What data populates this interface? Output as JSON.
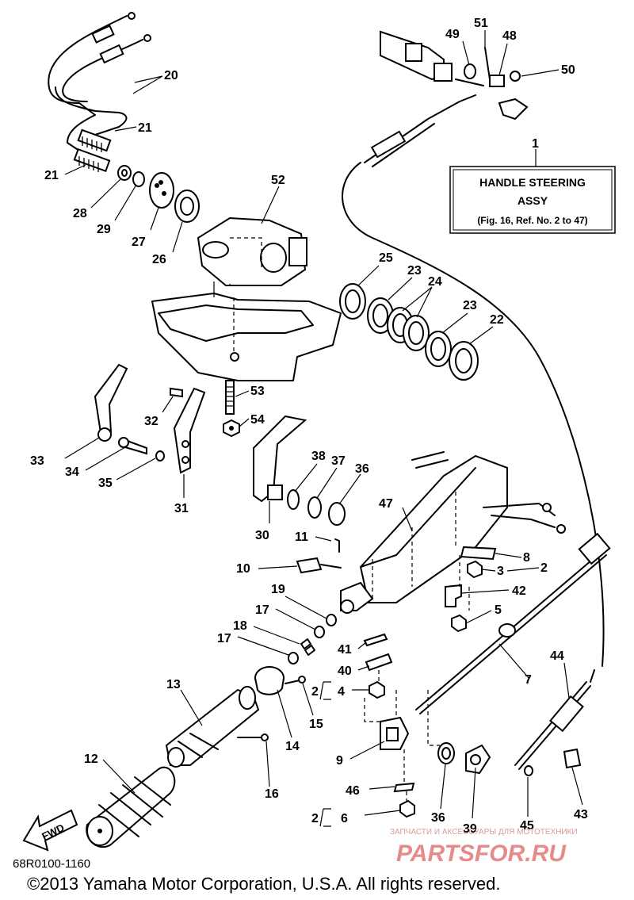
{
  "callouts": [
    {
      "id": "c51",
      "label": "51"
    },
    {
      "id": "c49",
      "label": "49"
    },
    {
      "id": "c48",
      "label": "48"
    },
    {
      "id": "c50",
      "label": "50"
    },
    {
      "id": "c1",
      "label": "1"
    },
    {
      "id": "c20",
      "label": "20"
    },
    {
      "id": "c21a",
      "label": "21"
    },
    {
      "id": "c21b",
      "label": "21"
    },
    {
      "id": "c28",
      "label": "28"
    },
    {
      "id": "c29",
      "label": "29"
    },
    {
      "id": "c27",
      "label": "27"
    },
    {
      "id": "c26",
      "label": "26"
    },
    {
      "id": "c52",
      "label": "52"
    },
    {
      "id": "c25",
      "label": "25"
    },
    {
      "id": "c23a",
      "label": "23"
    },
    {
      "id": "c24",
      "label": "24"
    },
    {
      "id": "c23b",
      "label": "23"
    },
    {
      "id": "c22",
      "label": "22"
    },
    {
      "id": "c53",
      "label": "53"
    },
    {
      "id": "c54",
      "label": "54"
    },
    {
      "id": "c32",
      "label": "32"
    },
    {
      "id": "c33",
      "label": "33"
    },
    {
      "id": "c34",
      "label": "34"
    },
    {
      "id": "c35",
      "label": "35"
    },
    {
      "id": "c31",
      "label": "31"
    },
    {
      "id": "c30",
      "label": "30"
    },
    {
      "id": "c38",
      "label": "38"
    },
    {
      "id": "c37",
      "label": "37"
    },
    {
      "id": "c36a",
      "label": "36"
    },
    {
      "id": "c47",
      "label": "47"
    },
    {
      "id": "c11",
      "label": "11"
    },
    {
      "id": "c10",
      "label": "10"
    },
    {
      "id": "c8",
      "label": "8"
    },
    {
      "id": "c3",
      "label": "3"
    },
    {
      "id": "c2a",
      "label": "2"
    },
    {
      "id": "c42",
      "label": "42"
    },
    {
      "id": "c5",
      "label": "5"
    },
    {
      "id": "c19",
      "label": "19"
    },
    {
      "id": "c17a",
      "label": "17"
    },
    {
      "id": "c18",
      "label": "18"
    },
    {
      "id": "c17b",
      "label": "17"
    },
    {
      "id": "c41",
      "label": "41"
    },
    {
      "id": "c40",
      "label": "40"
    },
    {
      "id": "c2b",
      "label": "2"
    },
    {
      "id": "c4",
      "label": "4"
    },
    {
      "id": "c7",
      "label": "7"
    },
    {
      "id": "c44",
      "label": "44"
    },
    {
      "id": "c13",
      "label": "13"
    },
    {
      "id": "c15",
      "label": "15"
    },
    {
      "id": "c14",
      "label": "14"
    },
    {
      "id": "c9",
      "label": "9"
    },
    {
      "id": "c12",
      "label": "12"
    },
    {
      "id": "c16",
      "label": "16"
    },
    {
      "id": "c46",
      "label": "46"
    },
    {
      "id": "c36b",
      "label": "36"
    },
    {
      "id": "c39",
      "label": "39"
    },
    {
      "id": "c45",
      "label": "45"
    },
    {
      "id": "c43",
      "label": "43"
    },
    {
      "id": "c2c",
      "label": "2"
    },
    {
      "id": "c6",
      "label": "6"
    }
  ],
  "info_box": {
    "line1": "HANDLE  STEERING",
    "line2": "ASSY",
    "line3": "(Fig. 16, Ref. No. 2 to 47)"
  },
  "fwd_label": "FWD",
  "diagram_code": "68R0100-1160",
  "copyright": "©2013 Yamaha Motor Corporation, U.S.A. All rights reserved.",
  "watermark": {
    "tagline": "ЗАПЧАСТИ И АКСЕССУАРЫ ДЛЯ МОТОТЕХНИКИ",
    "site": "PARTSFOR.RU"
  }
}
